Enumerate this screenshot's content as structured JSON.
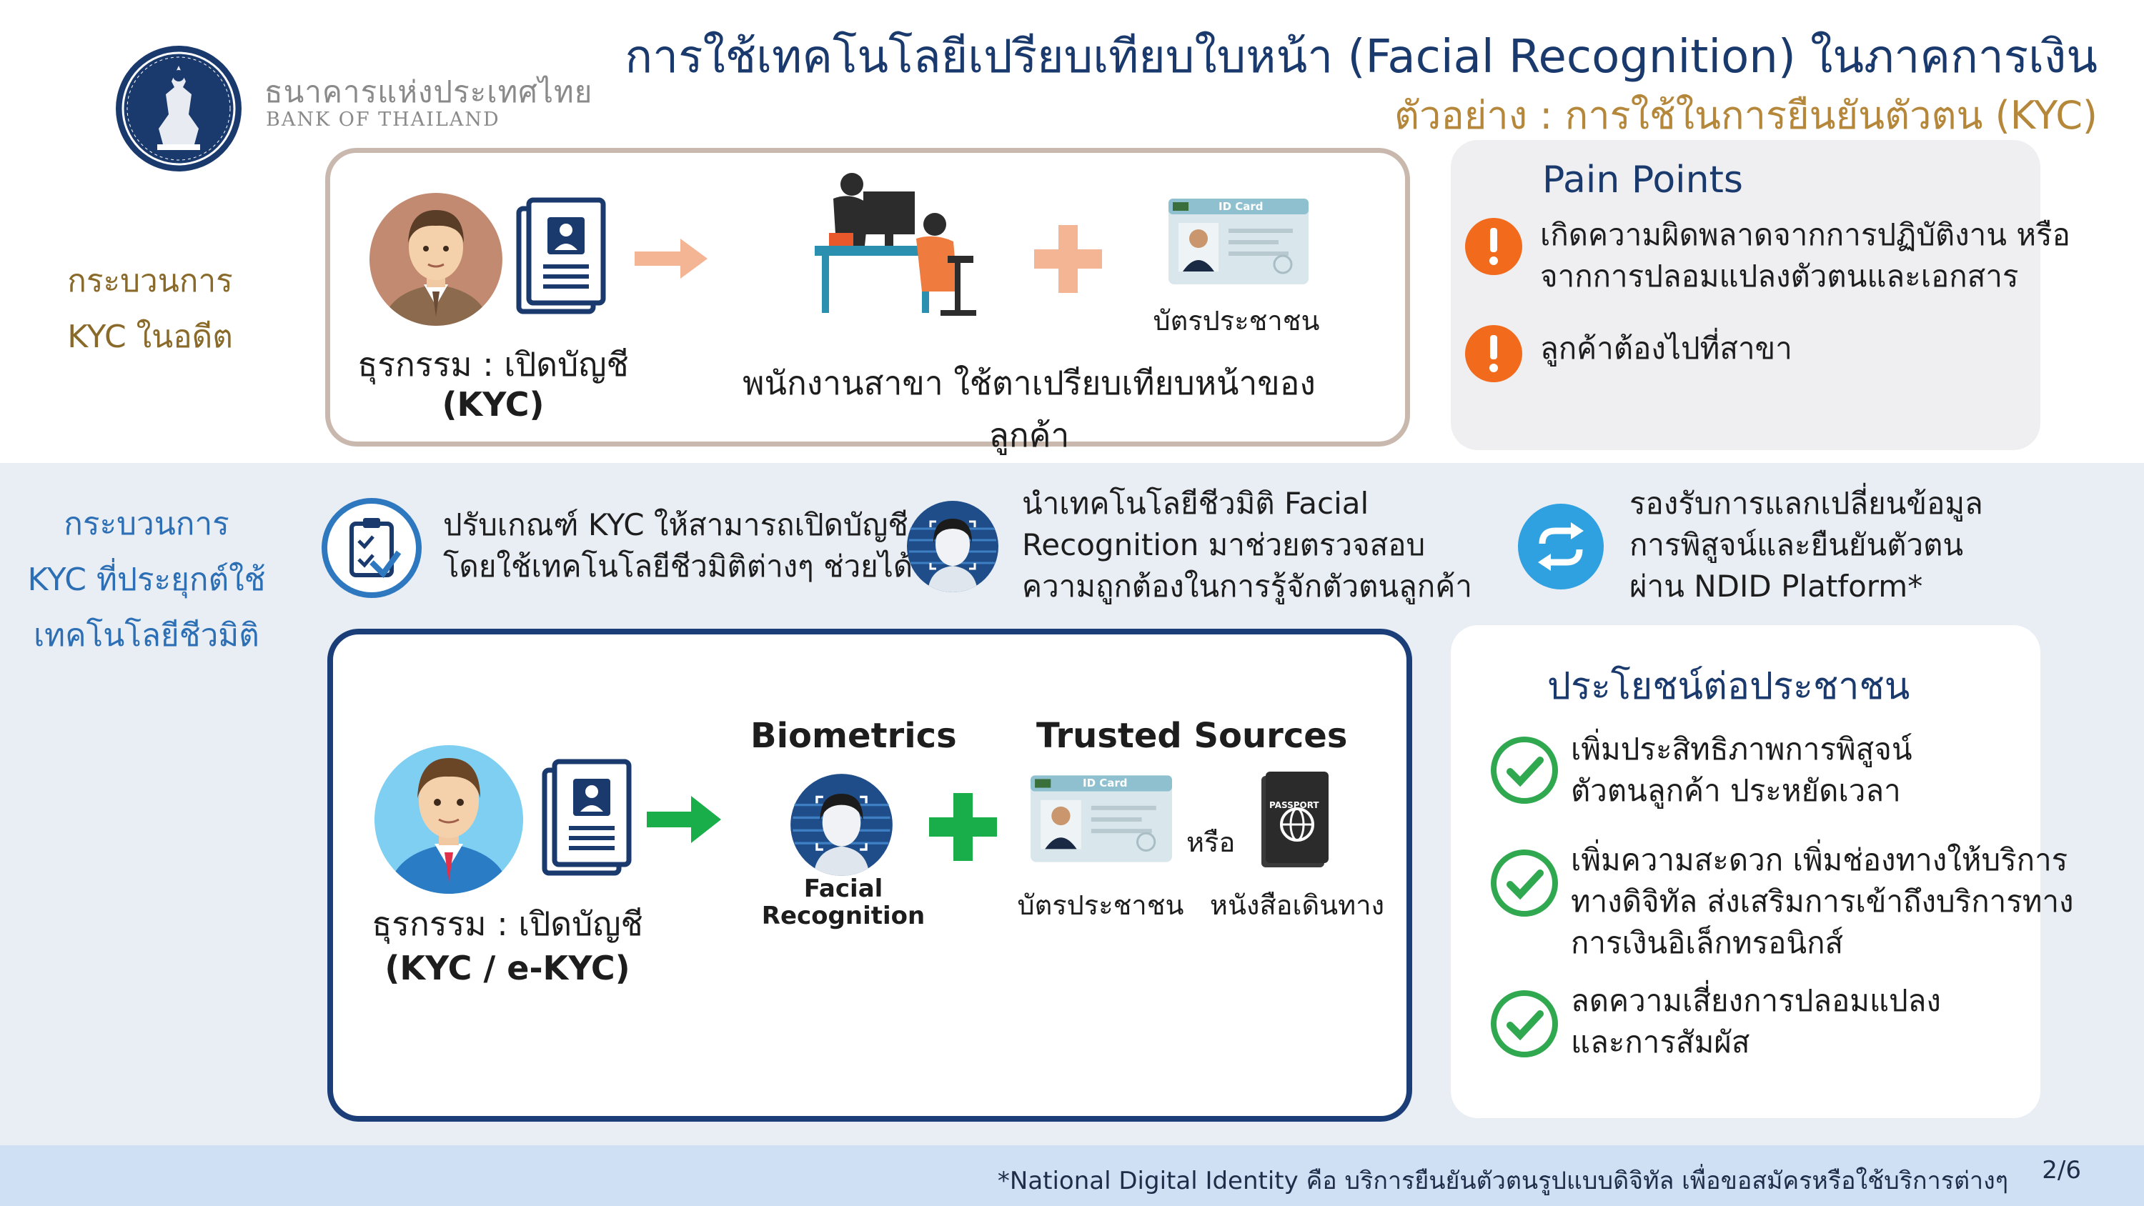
{
  "header": {
    "bank_name_th": "ธนาคารแห่งประเทศไทย",
    "bank_name_en": "BANK OF THAILAND",
    "title": "การใช้เทคโนโลยีเปรียบเทียบใบหน้า (Facial Recognition) ในภาคการเงิน",
    "subtitle": "ตัวอย่าง : การใช้ในการยืนยันตัวตน (KYC)"
  },
  "past": {
    "label_line1": "กระบวนการ",
    "label_line2": "KYC ในอดีต",
    "transaction_line1": "ธุรกรรม : เปิดบัญชี",
    "transaction_line2": "(KYC)",
    "id_card_caption": "บัตรประชาชน",
    "id_card_text": "ID Card",
    "staff_caption": "พนักงานสาขา ใช้ตาเปรียบเทียบหน้าของลูกค้า"
  },
  "pain_points": {
    "title": "Pain Points",
    "items": [
      {
        "line1": "เกิดความผิดพลาดจากการปฏิบัติงาน หรือ",
        "line2": "จากการปลอมแปลงตัวตนและเอกสาร"
      },
      {
        "line1": "ลูกค้าต้องไปที่สาขา",
        "line2": ""
      }
    ]
  },
  "new": {
    "label_line1": "กระบวนการ",
    "label_line2": "KYC ที่ประยุกต์ใช้",
    "label_line3": "เทคโนโลยีชีวมิติ",
    "features": [
      {
        "icon": "checklist-icon",
        "line1": "ปรับเกณฑ์ KYC ให้สามารถเปิดบัญชี",
        "line2": "โดยใช้เทคโนโลยีชีวมิติต่างๆ ช่วยได้",
        "line3": ""
      },
      {
        "icon": "face-scan-icon",
        "line1": "นำเทคโนโลยีชีวมิติ Facial",
        "line2": "Recognition มาช่วยตรวจสอบ",
        "line3": "ความถูกต้องในการรู้จักตัวตนลูกค้า"
      },
      {
        "icon": "exchange-icon",
        "line1": "รองรับการแลกเปลี่ยนข้อมูล",
        "line2": "การพิสูจน์และยืนยันตัวตน",
        "line3": "ผ่าน NDID Platform*"
      }
    ],
    "transaction_line1": "ธุรกรรม : เปิดบัญชี",
    "transaction_line2": "(KYC / e-KYC)",
    "biometrics_title": "Biometrics",
    "facial_line1": "Facial",
    "facial_line2": "Recognition",
    "trusted_title": "Trusted Sources",
    "or_text": "หรือ",
    "id_card_caption": "บัตรประชาชน",
    "id_card_text": "ID Card",
    "passport_caption": "หนังสือเดินทาง",
    "passport_text": "PASSPORT"
  },
  "benefits": {
    "title": "ประโยชน์ต่อประชาชน",
    "items": [
      {
        "line1": "เพิ่มประสิทธิภาพการพิสูจน์",
        "line2": "ตัวตนลูกค้า ประหยัดเวลา",
        "line3": ""
      },
      {
        "line1": "เพิ่มความสะดวก เพิ่มช่องทางให้บริการ",
        "line2": "ทางดิจิทัล ส่งเสริมการเข้าถึงบริการทาง",
        "line3": "การเงินอิเล็กทรอนิกส์"
      },
      {
        "line1": "ลดความเสี่ยงการปลอมแปลง",
        "line2": "และการสัมผัส",
        "line3": ""
      }
    ]
  },
  "footer": {
    "footnote": "*National Digital Identity คือ บริการยืนยันตัวตนรูปแบบดิจิทัล เพื่อขอสมัครหรือใช้บริการต่างๆ",
    "page": "2/6"
  },
  "colors": {
    "navy": "#1a3a6e",
    "gold": "#b5873a",
    "alert_orange": "#f26a1b",
    "check_green": "#2fa84f",
    "arrow_green": "#1aae4a",
    "arrow_peach": "#f3b593",
    "light_blue_band": "#e9eef5",
    "footer_blue": "#cfe0f4"
  }
}
